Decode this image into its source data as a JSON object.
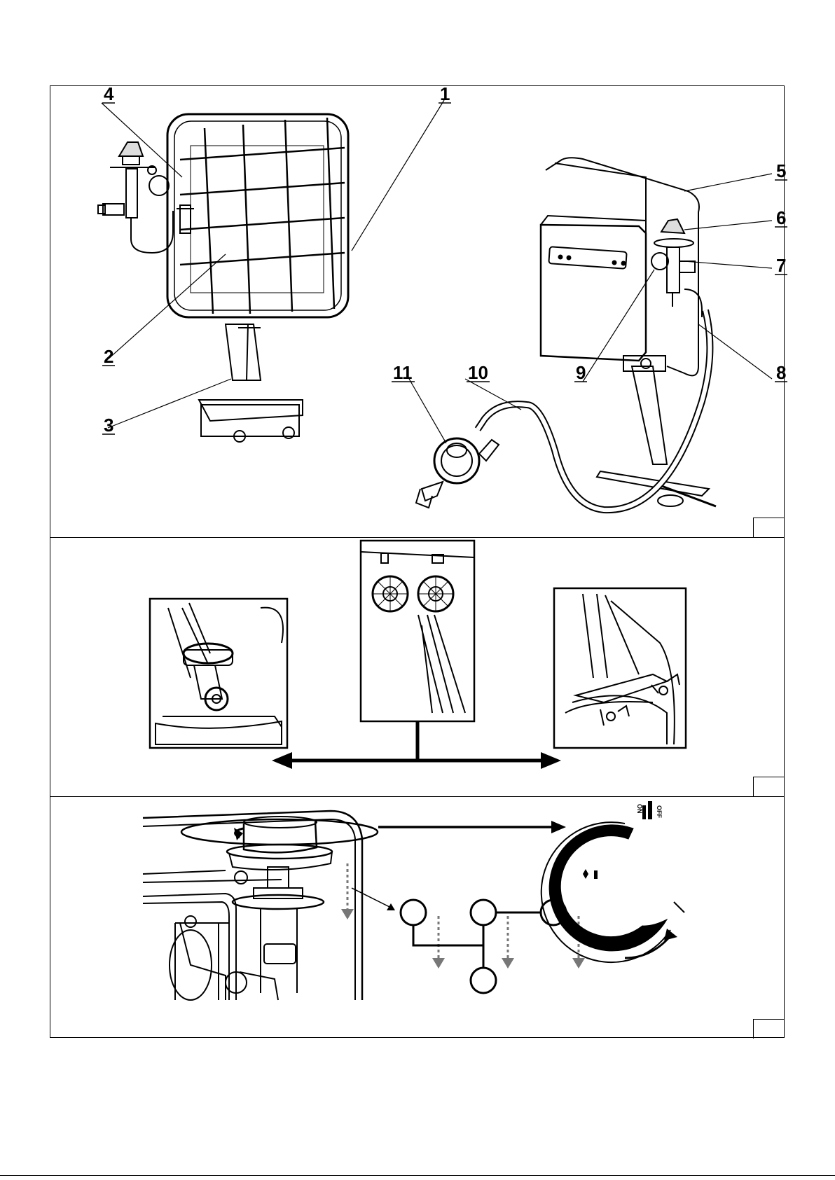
{
  "figure": {
    "panel1": {
      "callouts": [
        "1",
        "2",
        "3",
        "4",
        "5",
        "6",
        "7",
        "8",
        "9",
        "10",
        "11"
      ],
      "figure_number": ""
    },
    "panel2": {
      "figure_number": ""
    },
    "panel3": {
      "dial": {
        "on_label": "ON",
        "off_label": "OFF"
      },
      "figure_number": ""
    }
  },
  "colors": {
    "line": "#000000",
    "dotted_arrow": "#777777",
    "background": "#ffffff"
  }
}
